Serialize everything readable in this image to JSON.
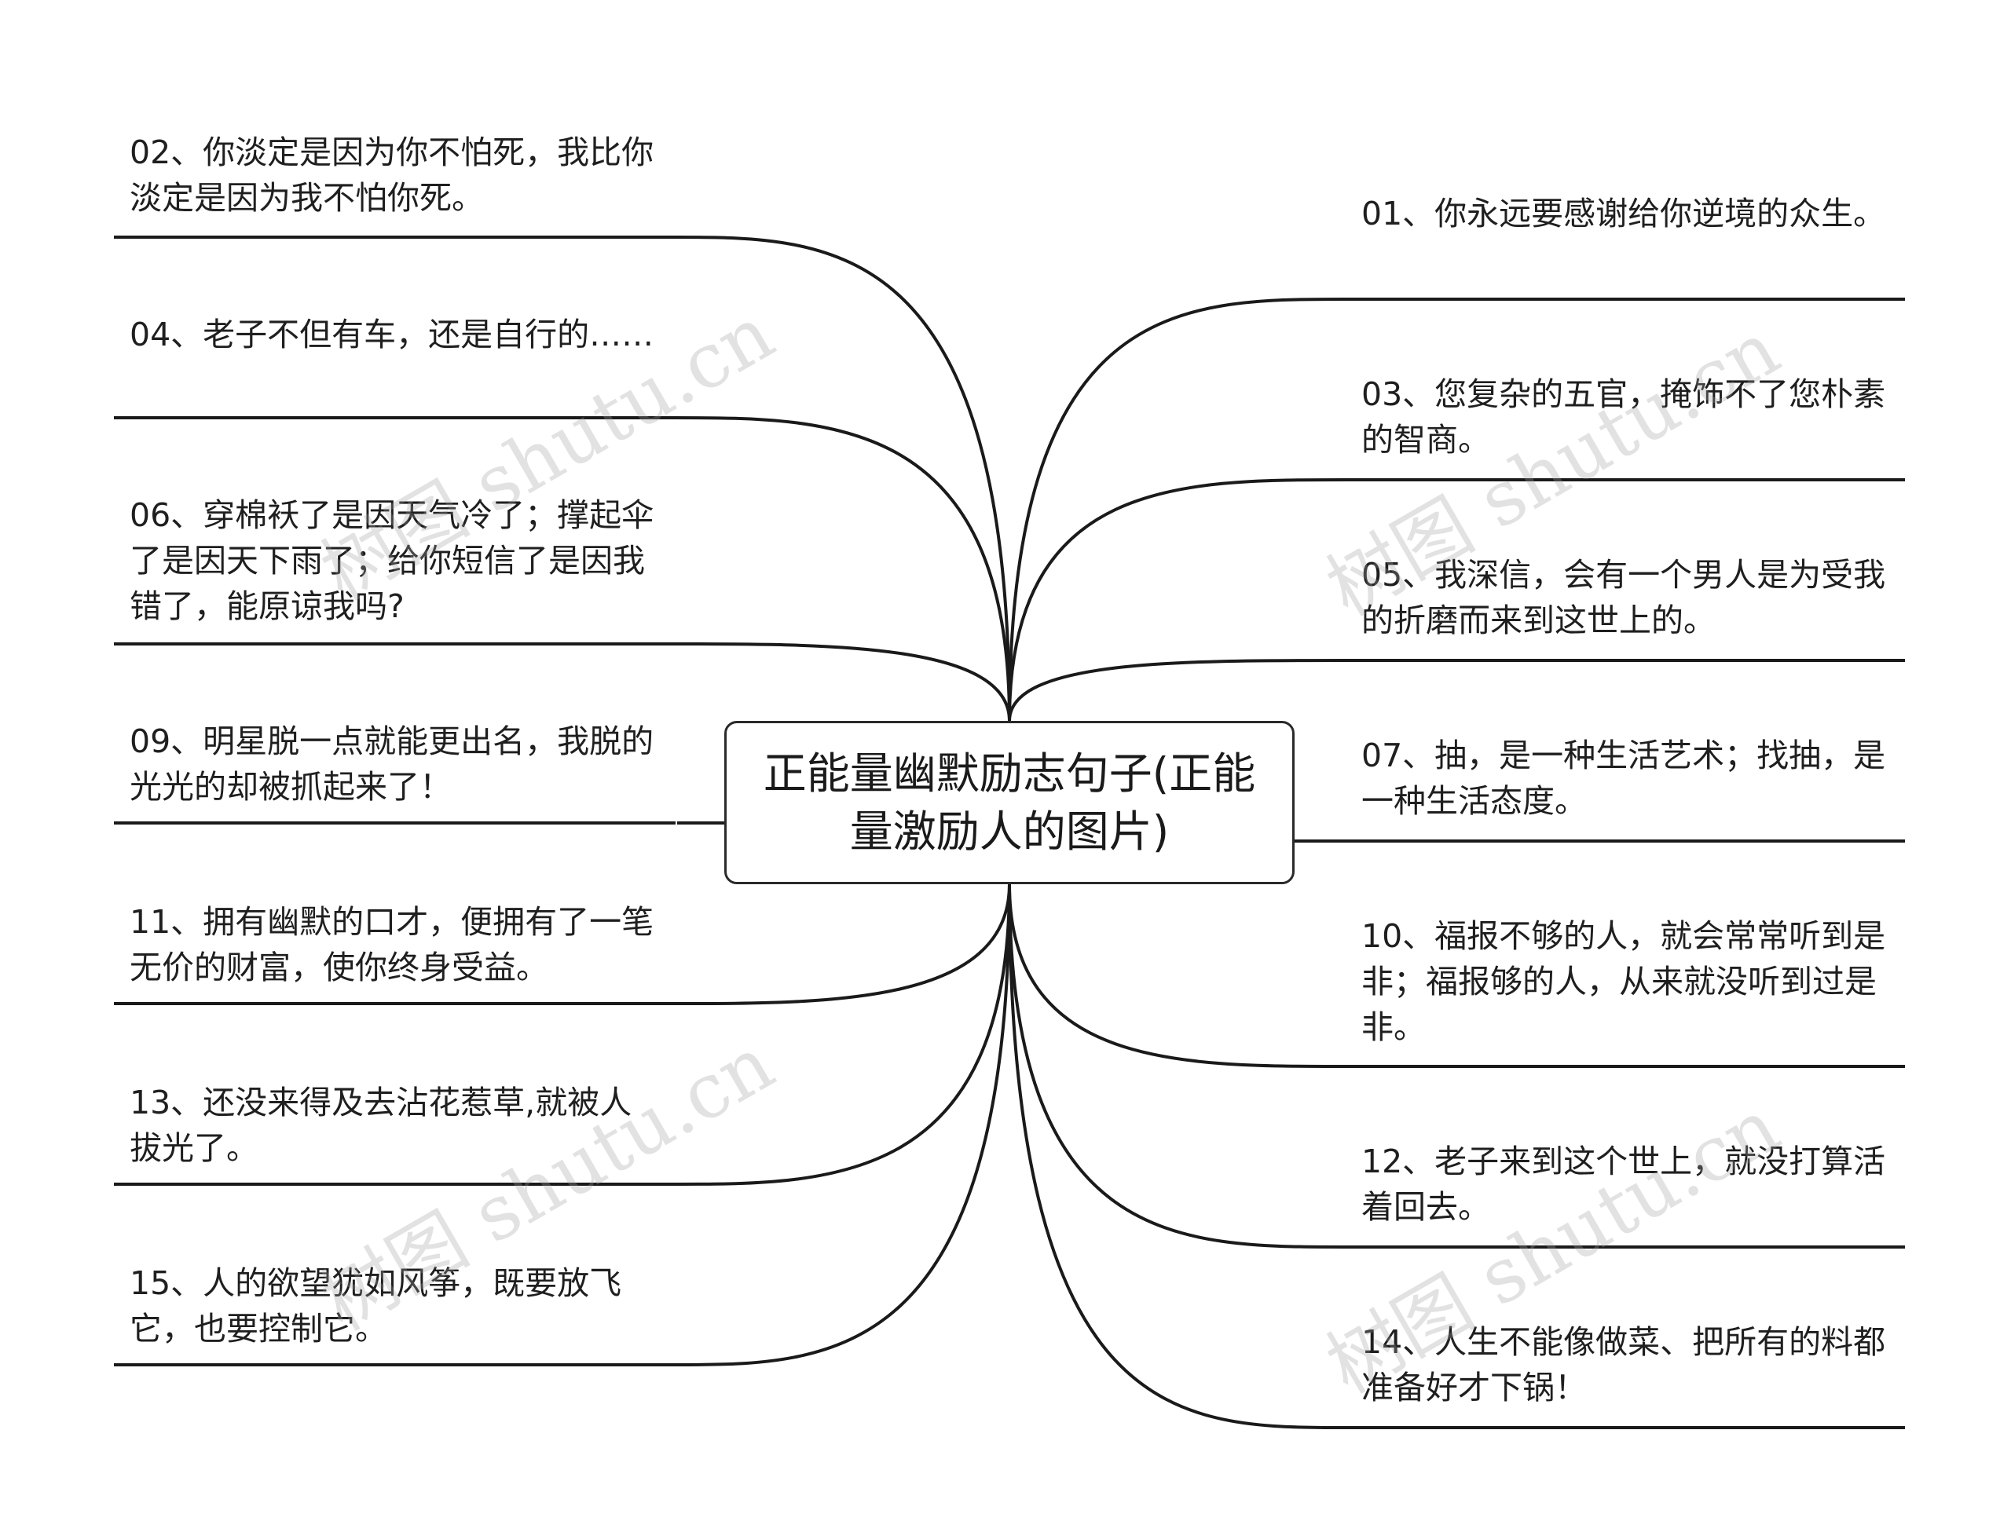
{
  "center": {
    "title": "正能量幽默励志句子(正能量激励人的图片)"
  },
  "left_nodes": [
    {
      "id": "02",
      "text": "02、你淡定是因为你不怕死，我比你淡定是因为我不怕你死。"
    },
    {
      "id": "04",
      "text": "04、老子不但有车，还是自行的……"
    },
    {
      "id": "06",
      "text": "06、穿棉袄了是因天气冷了；撑起伞了是因天下雨了；给你短信了是因我错了，能原谅我吗?"
    },
    {
      "id": "09",
      "text": "09、明星脱一点就能更出名，我脱的光光的却被抓起来了！"
    },
    {
      "id": "11",
      "text": "11、拥有幽默的口才，便拥有了一笔无价的财富，使你终身受益。"
    },
    {
      "id": "13",
      "text": "13、还没来得及去沾花惹草,就被人拔光了。"
    },
    {
      "id": "15",
      "text": "15、人的欲望犹如风筝，既要放飞它，也要控制它。"
    }
  ],
  "right_nodes": [
    {
      "id": "01",
      "text": "01、你永远要感谢给你逆境的众生。"
    },
    {
      "id": "03",
      "text": "03、您复杂的五官，掩饰不了您朴素的智商。"
    },
    {
      "id": "05",
      "text": "05、我深信，会有一个男人是为受我的折磨而来到这世上的。"
    },
    {
      "id": "07",
      "text": "07、抽，是一种生活艺术；找抽，是一种生活态度。"
    },
    {
      "id": "10",
      "text": "10、福报不够的人，就会常常听到是非；福报够的人，从来就没听到过是非。"
    },
    {
      "id": "12",
      "text": "12、老子来到这个世上，就没打算活着回去。"
    },
    {
      "id": "14",
      "text": "14、人生不能像做菜、把所有的料都准备好才下锅！"
    }
  ],
  "watermark": "树图 shutu.cn",
  "colors": {
    "line": "#1a1a1a",
    "text": "#1f1f1f",
    "background": "#ffffff"
  }
}
